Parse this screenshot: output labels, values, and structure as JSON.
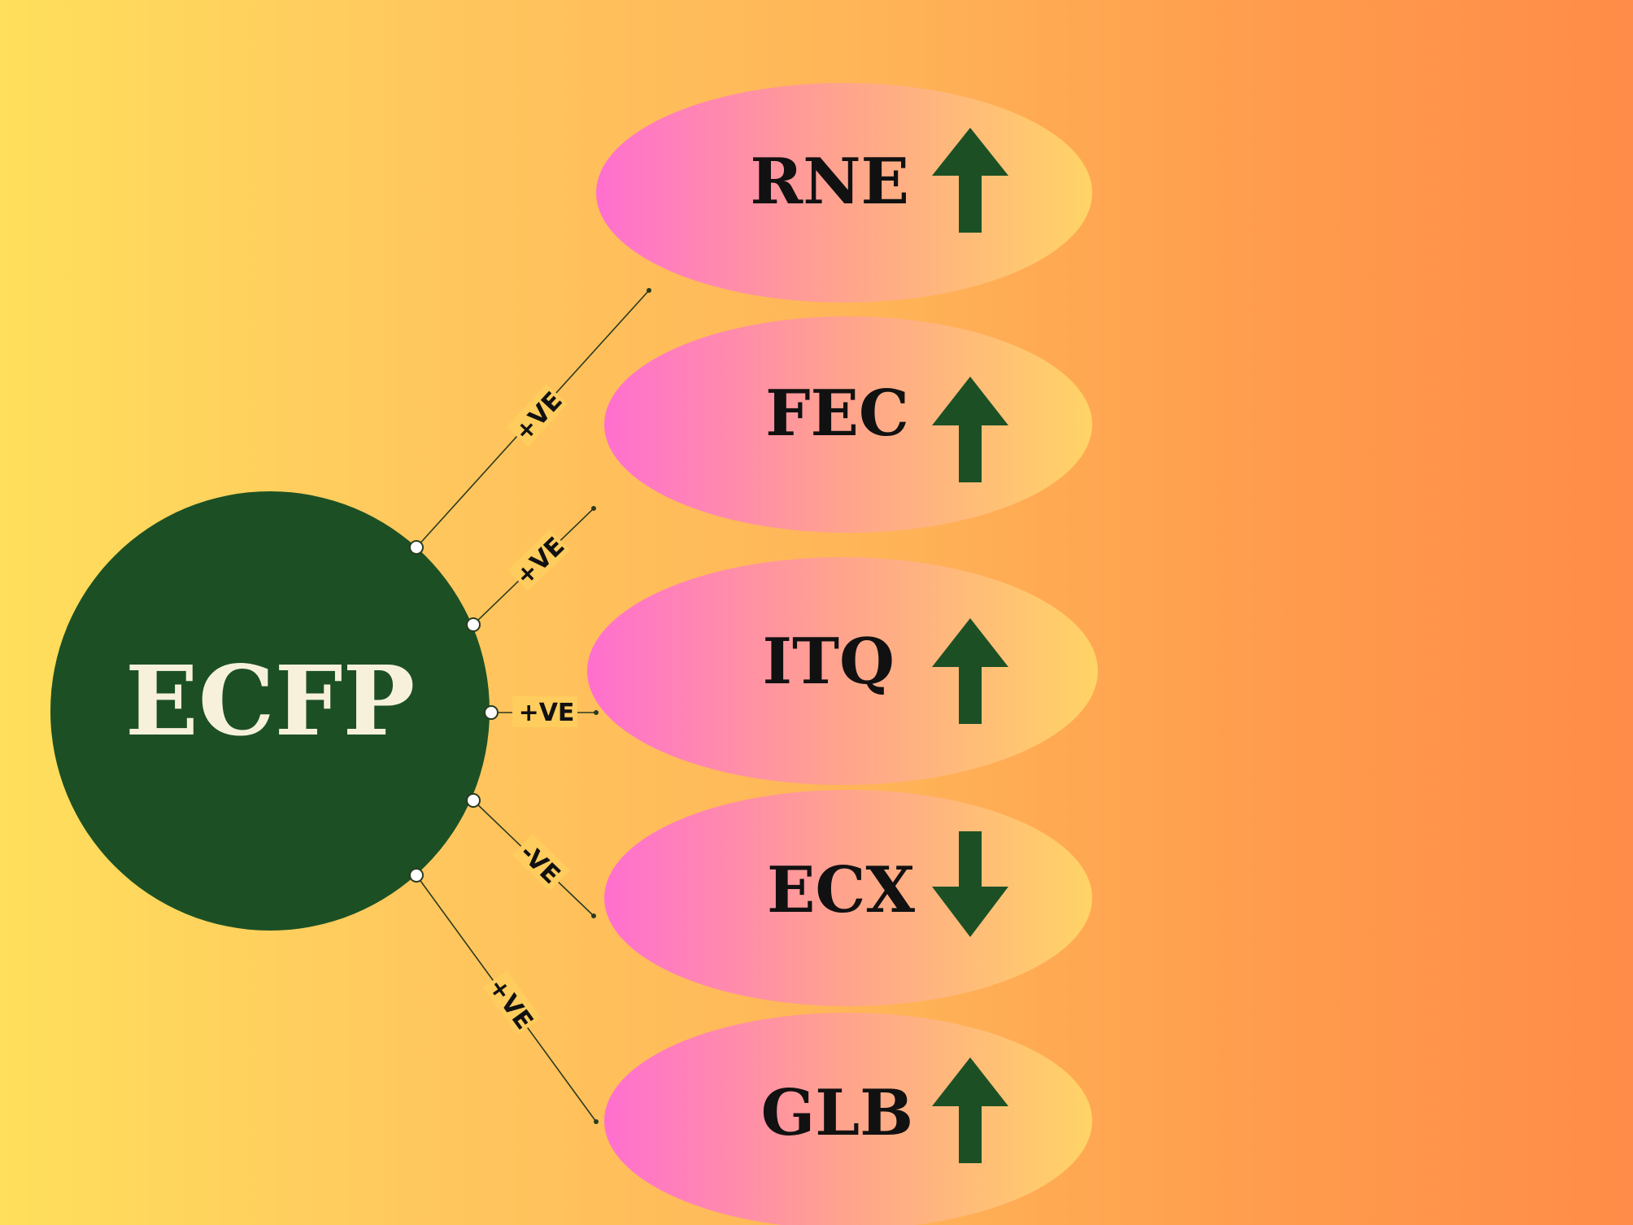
{
  "colors": {
    "hub_fill": "#1c5024",
    "hub_text": "#f7f1dc",
    "arrow_fill": "#1c5024",
    "node_text": "#111111",
    "ellipse_left": "#ff6fcf",
    "ellipse_mid": "#ffa48c",
    "ellipse_right": "#ffd466",
    "connector": "#2b3a1f"
  },
  "diagram": {
    "hub": {
      "label": "ECFP"
    },
    "nodes": [
      {
        "label": "RNE",
        "direction": "up",
        "arrow_icon": "arrow-up-icon"
      },
      {
        "label": "FEC",
        "direction": "up",
        "arrow_icon": "arrow-up-icon"
      },
      {
        "label": "ITQ",
        "direction": "up",
        "arrow_icon": "arrow-up-icon"
      },
      {
        "label": "ECX",
        "direction": "down",
        "arrow_icon": "arrow-down-icon"
      },
      {
        "label": "GLB",
        "direction": "up",
        "arrow_icon": "arrow-up-icon"
      }
    ],
    "edges": [
      {
        "label": "+VE",
        "target": "RNE"
      },
      {
        "label": "+VE",
        "target": "FEC"
      },
      {
        "label": "+VE",
        "target": "ITQ"
      },
      {
        "label": "-VE",
        "target": "ECX"
      },
      {
        "label": "+VE",
        "target": "GLB"
      }
    ]
  }
}
